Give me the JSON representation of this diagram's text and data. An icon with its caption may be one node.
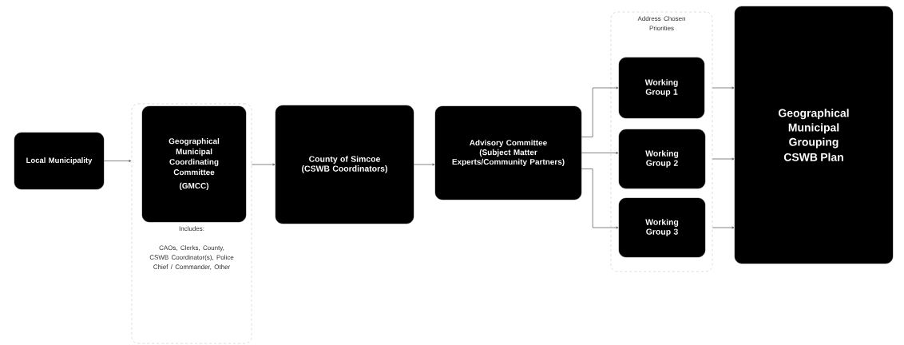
{
  "diagram": {
    "nodes": [
      {
        "text": [
          "Local Municipality"
        ]
      },
      {
        "text": [
          "Includes:",
          "CAOs, Clerks, County, CSWB Coordinator(s), Police Chief / Commander, Other"
        ]
      },
      {
        "text": [
          "Geographical Municipal Coordinating Committee",
          "(GMCC)"
        ],
        "in": 1
      },
      {
        "text": [
          "County of Simcoe (CSWB Coordinators)"
        ]
      },
      {
        "text": [
          "Advisory Committee (Subject Matter Experts/Community Partners)"
        ]
      },
      {
        "text": [
          "Address Chosen Priorities"
        ]
      },
      {
        "text": [
          "Working Group 1"
        ],
        "in": 5
      },
      {
        "text": [
          "Working Group 2"
        ],
        "in": 5
      },
      {
        "text": [
          "Working Group 3"
        ],
        "in": 5
      },
      {
        "text": [
          "Geographical Municipal Grouping",
          "CSWB Plan"
        ]
      }
    ],
    "edges": [
      {
        "from": 0,
        "to": 1,
        "arrow": "to"
      },
      {
        "from": 1,
        "to": 3,
        "arrow": "to"
      },
      {
        "from": 3,
        "to": 4,
        "arrow": "to"
      },
      {
        "from": 4,
        "to": 6,
        "arrow": "to"
      },
      {
        "from": 4,
        "to": 7,
        "arrow": "to"
      },
      {
        "from": 4,
        "to": 8,
        "arrow": "to"
      },
      {
        "from": 6,
        "to": 9,
        "arrow": "to"
      },
      {
        "from": 7,
        "to": 9,
        "arrow": "to"
      },
      {
        "from": 8,
        "to": 9,
        "arrow": "to"
      }
    ]
  }
}
